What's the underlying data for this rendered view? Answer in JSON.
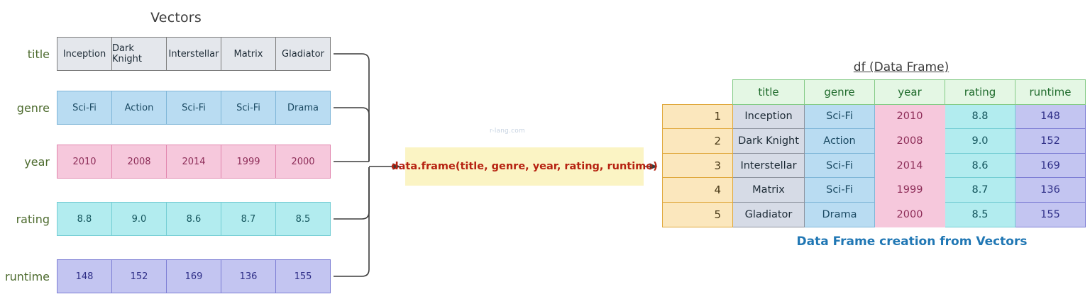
{
  "headings": {
    "vectors": "Vectors",
    "df_title": "df (Data Frame)",
    "caption": "Data Frame creation from Vectors"
  },
  "watermark": "r-lang.com",
  "function_box": {
    "label": "data.frame(title, genre, year, rating, runtime)"
  },
  "vectors": [
    {
      "name": "title",
      "label": "title",
      "values": [
        "Inception",
        "Dark Knight",
        "Interstellar",
        "Matrix",
        "Gladiator"
      ]
    },
    {
      "name": "genre",
      "label": "genre",
      "values": [
        "Sci-Fi",
        "Action",
        "Sci-Fi",
        "Sci-Fi",
        "Drama"
      ]
    },
    {
      "name": "year",
      "label": "year",
      "values": [
        "2010",
        "2008",
        "2014",
        "1999",
        "2000"
      ]
    },
    {
      "name": "rating",
      "label": "rating",
      "values": [
        "8.8",
        "9.0",
        "8.6",
        "8.7",
        "8.5"
      ]
    },
    {
      "name": "runtime",
      "label": "runtime",
      "values": [
        "148",
        "152",
        "169",
        "136",
        "155"
      ]
    }
  ],
  "data_frame": {
    "columns": [
      "title",
      "genre",
      "year",
      "rating",
      "runtime"
    ],
    "index": [
      "1",
      "2",
      "3",
      "4",
      "5"
    ],
    "rows": [
      [
        "Inception",
        "Sci-Fi",
        "2010",
        "8.8",
        "148"
      ],
      [
        "Dark Knight",
        "Action",
        "2008",
        "9.0",
        "152"
      ],
      [
        "Interstellar",
        "Sci-Fi",
        "2014",
        "8.6",
        "169"
      ],
      [
        "Matrix",
        "Sci-Fi",
        "1999",
        "8.7",
        "136"
      ],
      [
        "Gladiator",
        "Drama",
        "2000",
        "8.5",
        "155"
      ]
    ]
  },
  "colors": {
    "title_fill": "#e4e7ec",
    "genre_fill": "#b9dcf2",
    "year_fill": "#f6c8dc",
    "rating_fill": "#b2ecef",
    "runtime_fill": "#c3c5f1",
    "header_fill": "#e4f7e4",
    "index_fill": "#fbe7bd",
    "function_fill": "#fbf4c4",
    "function_text": "#b62211",
    "caption_text": "#2077b4",
    "vector_label_text": "#4d6b2e"
  }
}
